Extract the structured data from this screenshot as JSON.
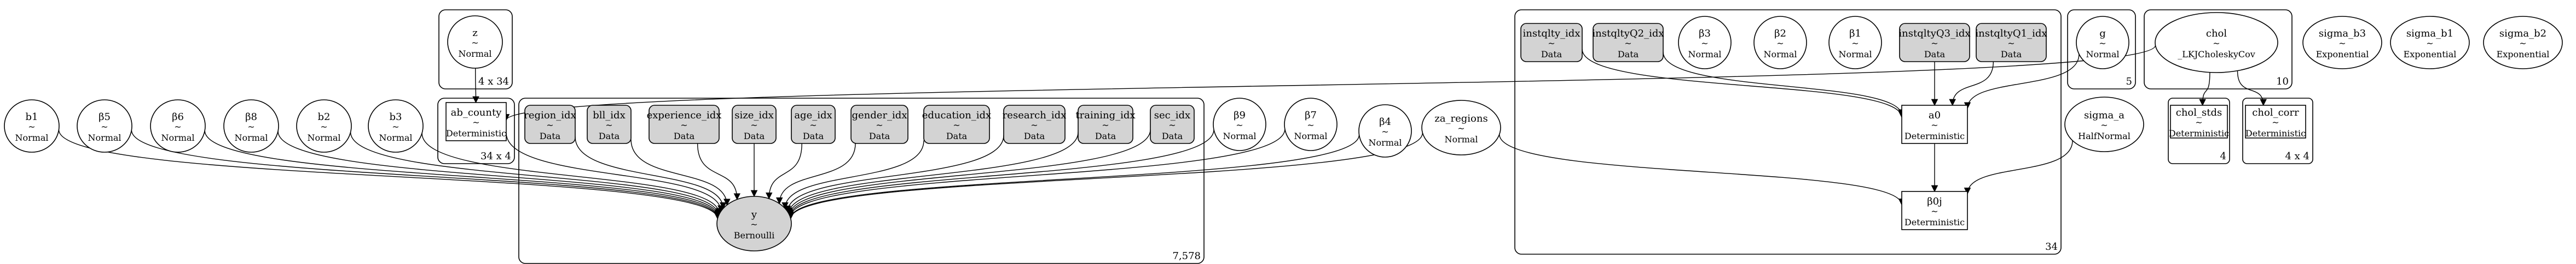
{
  "graph": {
    "plates": [
      {
        "id": "p_4x34",
        "label": "4 x 34"
      },
      {
        "id": "p_34x4",
        "label": "34 x 4"
      },
      {
        "id": "p_7578",
        "label": "7,578"
      },
      {
        "id": "p_34",
        "label": "34"
      },
      {
        "id": "p_5",
        "label": "5"
      },
      {
        "id": "p_10",
        "label": "10"
      },
      {
        "id": "p_4",
        "label": "4"
      },
      {
        "id": "p_4x4",
        "label": "4 x 4"
      }
    ],
    "nodes": [
      {
        "id": "z",
        "name": "z",
        "sep": "~",
        "dist": "Normal"
      },
      {
        "id": "b1",
        "name": "b1",
        "sep": "~",
        "dist": "Normal"
      },
      {
        "id": "b5",
        "name": "β5",
        "sep": "~",
        "dist": "Normal"
      },
      {
        "id": "b6",
        "name": "β6",
        "sep": "~",
        "dist": "Normal"
      },
      {
        "id": "b8",
        "name": "β8",
        "sep": "~",
        "dist": "Normal"
      },
      {
        "id": "b2",
        "name": "b2",
        "sep": "~",
        "dist": "Normal"
      },
      {
        "id": "b3",
        "name": "b3",
        "sep": "~",
        "dist": "Normal"
      },
      {
        "id": "ab_county",
        "name": "ab_county",
        "sep": "~",
        "dist": "Deterministic"
      },
      {
        "id": "region_idx",
        "name": "region_idx",
        "sep": "~",
        "dist": "Data"
      },
      {
        "id": "bll_idx",
        "name": "bll_idx",
        "sep": "~",
        "dist": "Data"
      },
      {
        "id": "experience_idx",
        "name": "experience_idx",
        "sep": "~",
        "dist": "Data"
      },
      {
        "id": "size_idx",
        "name": "size_idx",
        "sep": "~",
        "dist": "Data"
      },
      {
        "id": "age_idx",
        "name": "age_idx",
        "sep": "~",
        "dist": "Data"
      },
      {
        "id": "gender_idx",
        "name": "gender_idx",
        "sep": "~",
        "dist": "Data"
      },
      {
        "id": "education_idx",
        "name": "education_idx",
        "sep": "~",
        "dist": "Data"
      },
      {
        "id": "research_idx",
        "name": "research_idx",
        "sep": "~",
        "dist": "Data"
      },
      {
        "id": "training_idx",
        "name": "training_idx",
        "sep": "~",
        "dist": "Data"
      },
      {
        "id": "sec_idx",
        "name": "sec_idx",
        "sep": "~",
        "dist": "Data"
      },
      {
        "id": "b9",
        "name": "β9",
        "sep": "~",
        "dist": "Normal"
      },
      {
        "id": "b7",
        "name": "β7",
        "sep": "~",
        "dist": "Normal"
      },
      {
        "id": "b4",
        "name": "β4",
        "sep": "~",
        "dist": "Normal"
      },
      {
        "id": "y",
        "name": "y",
        "sep": "~",
        "dist": "Bernoulli"
      },
      {
        "id": "za_regions",
        "name": "za_regions",
        "sep": "~",
        "dist": "Normal"
      },
      {
        "id": "instqlty_idx",
        "name": "instqlty_idx",
        "sep": "~",
        "dist": "Data"
      },
      {
        "id": "instqltyQ2_idx",
        "name": "instqltyQ2_idx",
        "sep": "~",
        "dist": "Data"
      },
      {
        "id": "beta3",
        "name": "β3",
        "sep": "~",
        "dist": "Normal"
      },
      {
        "id": "beta2",
        "name": "β2",
        "sep": "~",
        "dist": "Normal"
      },
      {
        "id": "beta1",
        "name": "β1",
        "sep": "~",
        "dist": "Normal"
      },
      {
        "id": "instqltyQ3_idx",
        "name": "instqltyQ3_idx",
        "sep": "~",
        "dist": "Data"
      },
      {
        "id": "instqltyQ1_idx",
        "name": "instqltyQ1_idx",
        "sep": "~",
        "dist": "Data"
      },
      {
        "id": "g",
        "name": "g",
        "sep": "~",
        "dist": "Normal"
      },
      {
        "id": "chol",
        "name": "chol",
        "sep": "~",
        "dist": "_LKJCholeskyCov"
      },
      {
        "id": "sigma_b3",
        "name": "sigma_b3",
        "sep": "~",
        "dist": "Exponential"
      },
      {
        "id": "sigma_b1",
        "name": "sigma_b1",
        "sep": "~",
        "dist": "Exponential"
      },
      {
        "id": "sigma_b2",
        "name": "sigma_b2",
        "sep": "~",
        "dist": "Exponential"
      },
      {
        "id": "sigma_a",
        "name": "sigma_a",
        "sep": "~",
        "dist": "HalfNormal"
      },
      {
        "id": "a0",
        "name": "a0",
        "sep": "~",
        "dist": "Deterministic"
      },
      {
        "id": "beta0j",
        "name": "β0j",
        "sep": "~",
        "dist": "Deterministic"
      },
      {
        "id": "chol_stds",
        "name": "chol_stds",
        "sep": "~",
        "dist": "Deterministic"
      },
      {
        "id": "chol_corr",
        "name": "chol_corr",
        "sep": "~",
        "dist": "Deterministic"
      }
    ],
    "edges": [
      {
        "from": "z",
        "to": "ab_county"
      },
      {
        "from": "b1",
        "to": "y"
      },
      {
        "from": "b5",
        "to": "y"
      },
      {
        "from": "b6",
        "to": "y"
      },
      {
        "from": "b8",
        "to": "y"
      },
      {
        "from": "b2",
        "to": "y"
      },
      {
        "from": "b3",
        "to": "y"
      },
      {
        "from": "ab_county",
        "to": "y"
      },
      {
        "from": "region_idx",
        "to": "y"
      },
      {
        "from": "bll_idx",
        "to": "y"
      },
      {
        "from": "experience_idx",
        "to": "y"
      },
      {
        "from": "size_idx",
        "to": "y"
      },
      {
        "from": "age_idx",
        "to": "y"
      },
      {
        "from": "gender_idx",
        "to": "y"
      },
      {
        "from": "education_idx",
        "to": "y"
      },
      {
        "from": "research_idx",
        "to": "y"
      },
      {
        "from": "training_idx",
        "to": "y"
      },
      {
        "from": "sec_idx",
        "to": "y"
      },
      {
        "from": "b9",
        "to": "y"
      },
      {
        "from": "b7",
        "to": "y"
      },
      {
        "from": "b4",
        "to": "y"
      },
      {
        "from": "za_regions",
        "to": "y"
      },
      {
        "from": "za_regions",
        "to": "beta0j"
      },
      {
        "from": "instqlty_idx",
        "to": "a0"
      },
      {
        "from": "instqltyQ2_idx",
        "to": "a0"
      },
      {
        "from": "instqltyQ3_idx",
        "to": "a0"
      },
      {
        "from": "instqltyQ1_idx",
        "to": "a0"
      },
      {
        "from": "g",
        "to": "a0"
      },
      {
        "from": "a0",
        "to": "beta0j"
      },
      {
        "from": "sigma_a",
        "to": "beta0j"
      },
      {
        "from": "chol",
        "to": "ab_county"
      },
      {
        "from": "chol",
        "to": "chol_stds"
      },
      {
        "from": "chol",
        "to": "chol_corr"
      }
    ]
  }
}
